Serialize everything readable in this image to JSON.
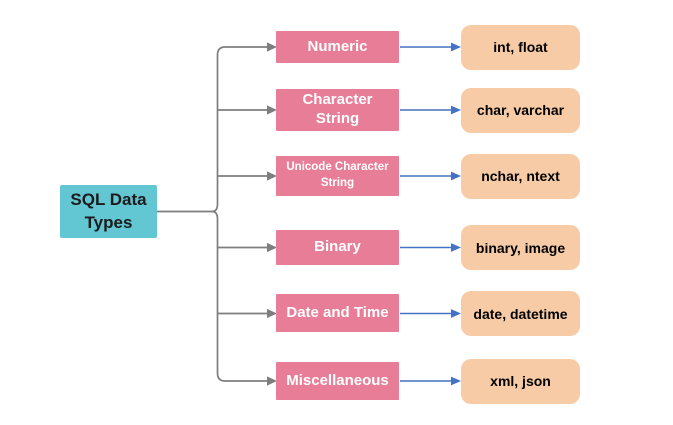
{
  "diagram": {
    "root_label": "SQL Data\nTypes",
    "rows": [
      {
        "category": "Numeric",
        "types": "int, float"
      },
      {
        "category": "Character\nString",
        "types": "char, varchar"
      },
      {
        "category": "Unicode Character\nString",
        "types": "nchar, ntext"
      },
      {
        "category": "Binary",
        "types": "binary, image"
      },
      {
        "category": "Date and Time",
        "types": "date, datetime"
      },
      {
        "category": "Miscellaneous",
        "types": "xml, json"
      }
    ],
    "colors": {
      "root_fill": "#62C7D2",
      "category_fill": "#E87D97",
      "category_text": "#ffffff",
      "types_fill": "#F7CBA5",
      "types_text": "#000000",
      "connector_gray": "#7E7E7E",
      "connector_blue": "#4472C4",
      "background": "#ffffff"
    }
  }
}
